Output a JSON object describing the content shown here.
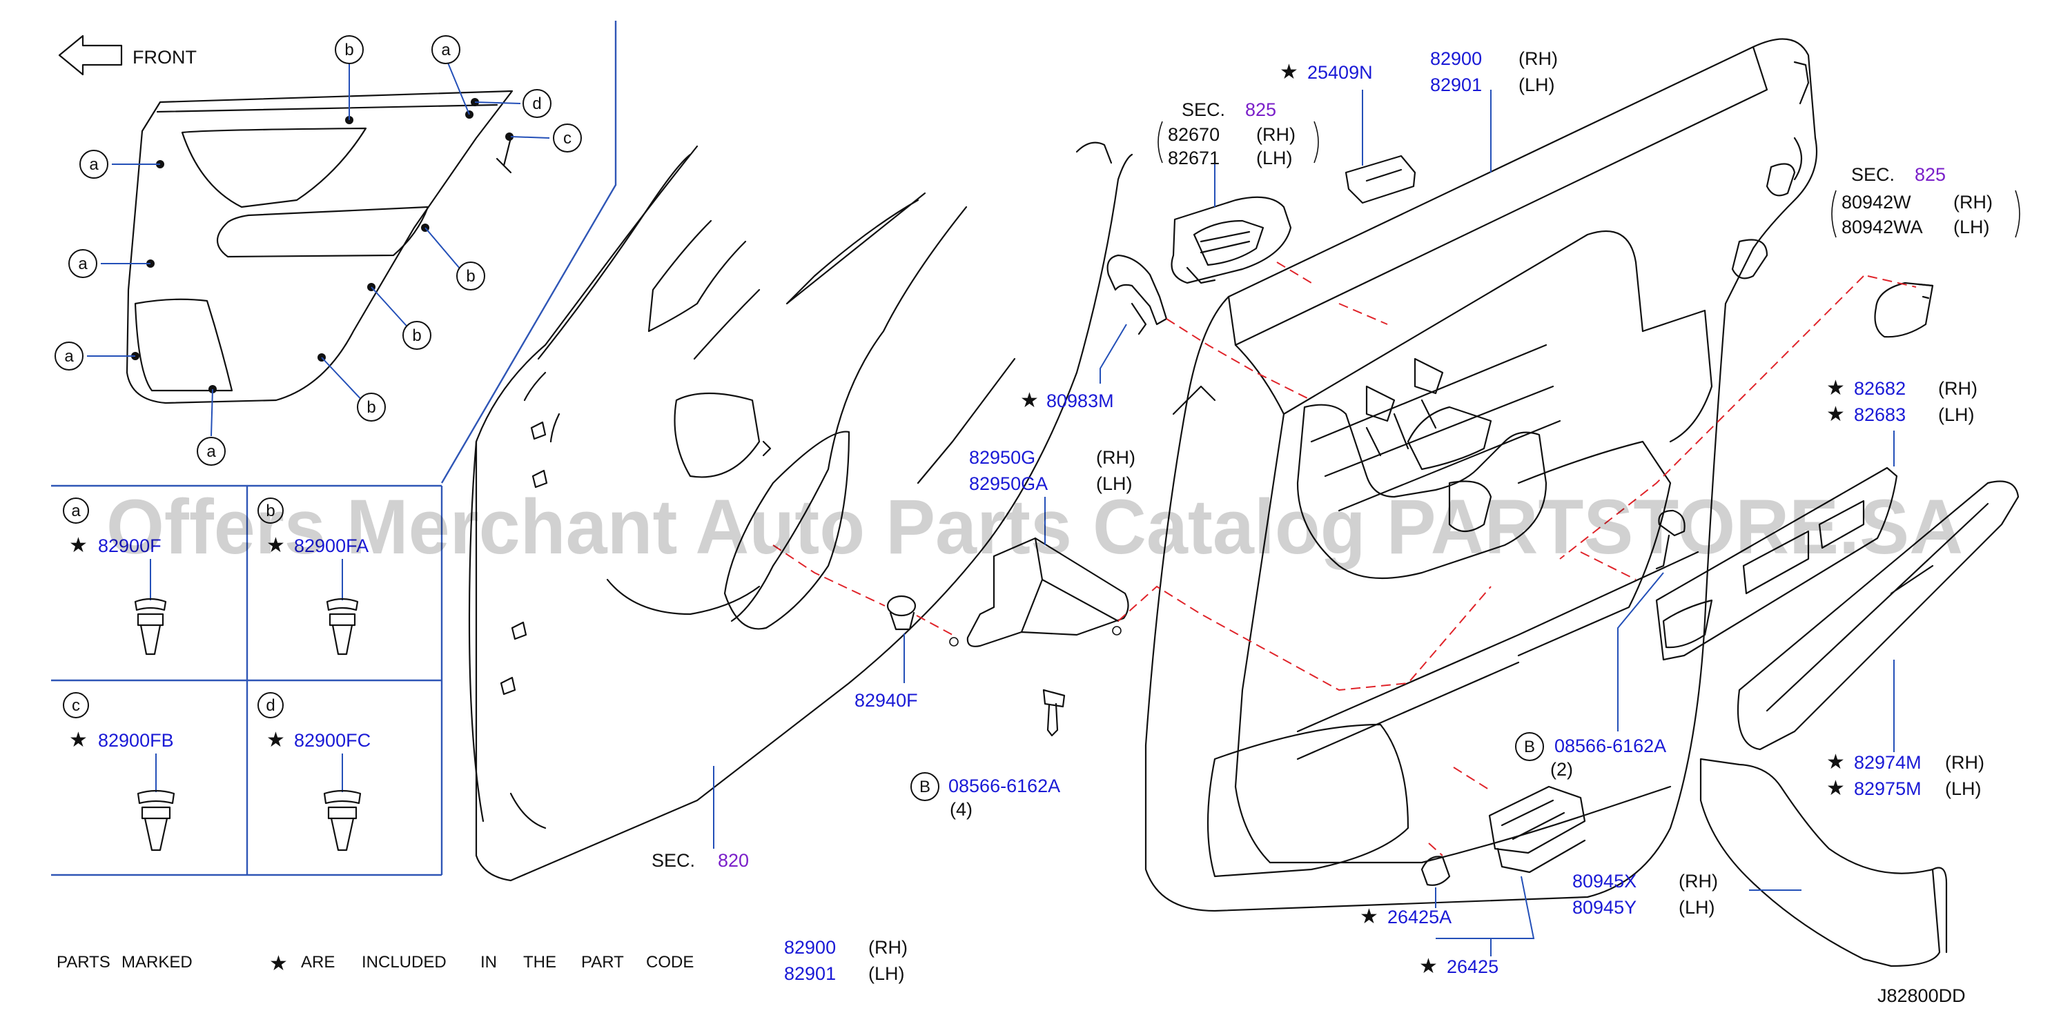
{
  "diagram": {
    "front_label": "FRONT",
    "watermark": "Offers Merchant Auto Parts Catalog PARTSTORE.SA",
    "diagram_code": "J82800DD",
    "footnote": {
      "w1": "PARTS",
      "w2": "MARKED",
      "w3": "ARE",
      "w4": "INCLUDED",
      "w5": "IN",
      "w6": "THE",
      "w7": "PART",
      "w8": "CODE"
    },
    "callout_letters": [
      "a",
      "b",
      "c",
      "d"
    ],
    "clips": [
      {
        "letter": "a",
        "part": "82900F"
      },
      {
        "letter": "b",
        "part": "82900FA"
      },
      {
        "letter": "c",
        "part": "82900FB"
      },
      {
        "letter": "d",
        "part": "82900FC"
      }
    ],
    "sections": {
      "sec_word": "SEC.",
      "sec820": "820",
      "sec825_handle": "825",
      "sec825_light": "825"
    },
    "parts": {
      "p82670": "82670",
      "p82671": "82671",
      "p25409N": "25409N",
      "p82900_top": "82900",
      "p82901_top": "82901",
      "p80942W": "80942W",
      "p80942WA": "80942WA",
      "p80983M": "80983M",
      "p82950G": "82950G",
      "p82950GA": "82950GA",
      "p82682": "82682",
      "p82683": "82683",
      "p82940F": "82940F",
      "p08566_left": "08566-6162A",
      "qty_left": "(4)",
      "p08566_right": "08566-6162A",
      "qty_right": "(2)",
      "bolt_letter": "B",
      "p82974M": "82974M",
      "p82975M": "82975M",
      "p80945X": "80945X",
      "p80945Y": "80945Y",
      "p26425A": "26425A",
      "p26425": "26425",
      "p82900_bot": "82900",
      "p82901_bot": "82901"
    },
    "side": {
      "rh": "(RH)",
      "lh": "(LH)"
    },
    "star_glyph": "★"
  }
}
